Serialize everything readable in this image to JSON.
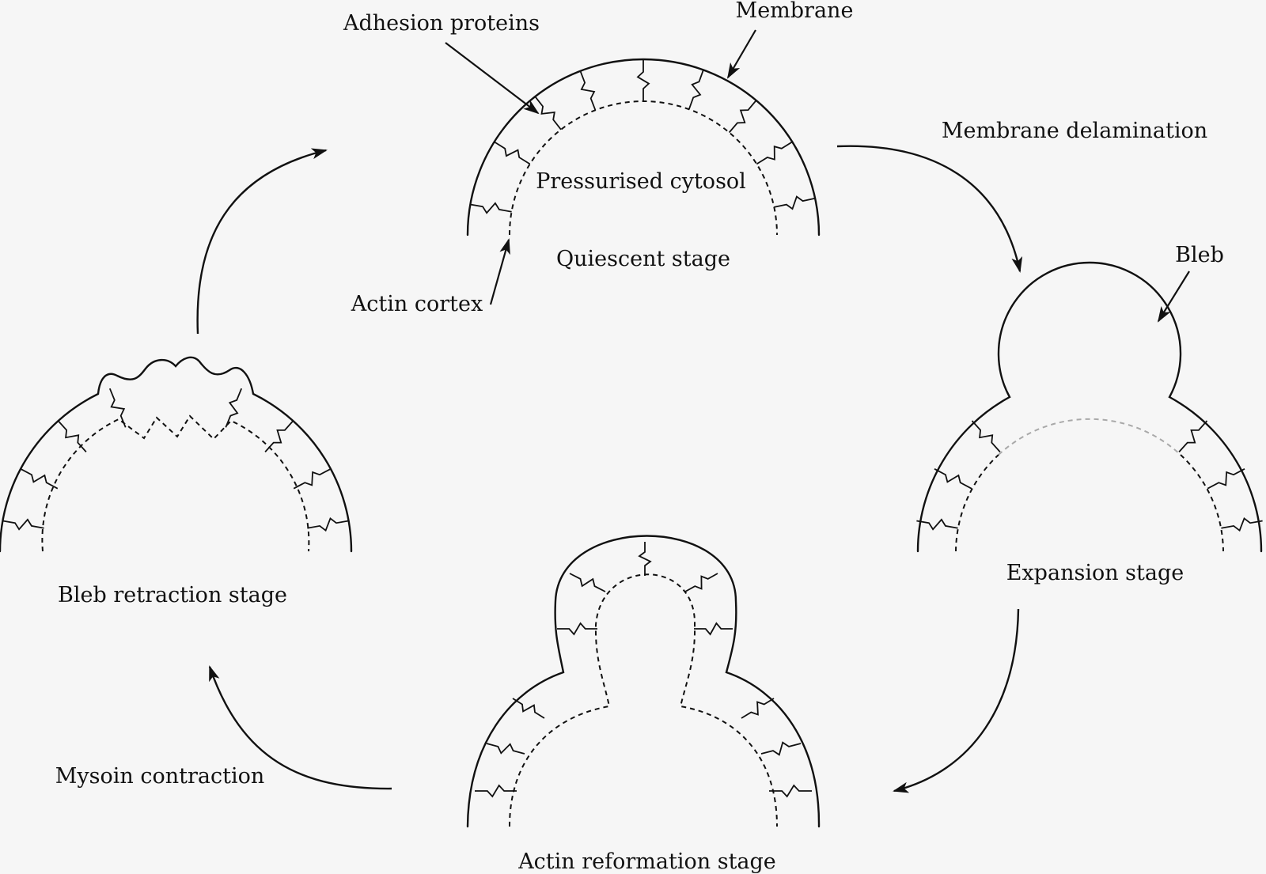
{
  "labels": {
    "adhesion_proteins": "Adhesion proteins",
    "membrane": "Membrane",
    "pressurised_cytosol": "Pressurised cytosol",
    "quiescent_stage": "Quiescent stage",
    "actin_cortex": "Actin cortex",
    "membrane_delamination": "Membrane delamination",
    "bleb": "Bleb",
    "expansion_stage": "Expansion stage",
    "actin_reformation_stage": "Actin reformation stage",
    "mysoin_contraction": "Mysoin contraction",
    "bleb_retraction_stage": "Bleb retraction stage"
  },
  "colors": {
    "line": "#111111",
    "faint_cortex": "#a9a9a9",
    "background": "#f6f6f6"
  }
}
